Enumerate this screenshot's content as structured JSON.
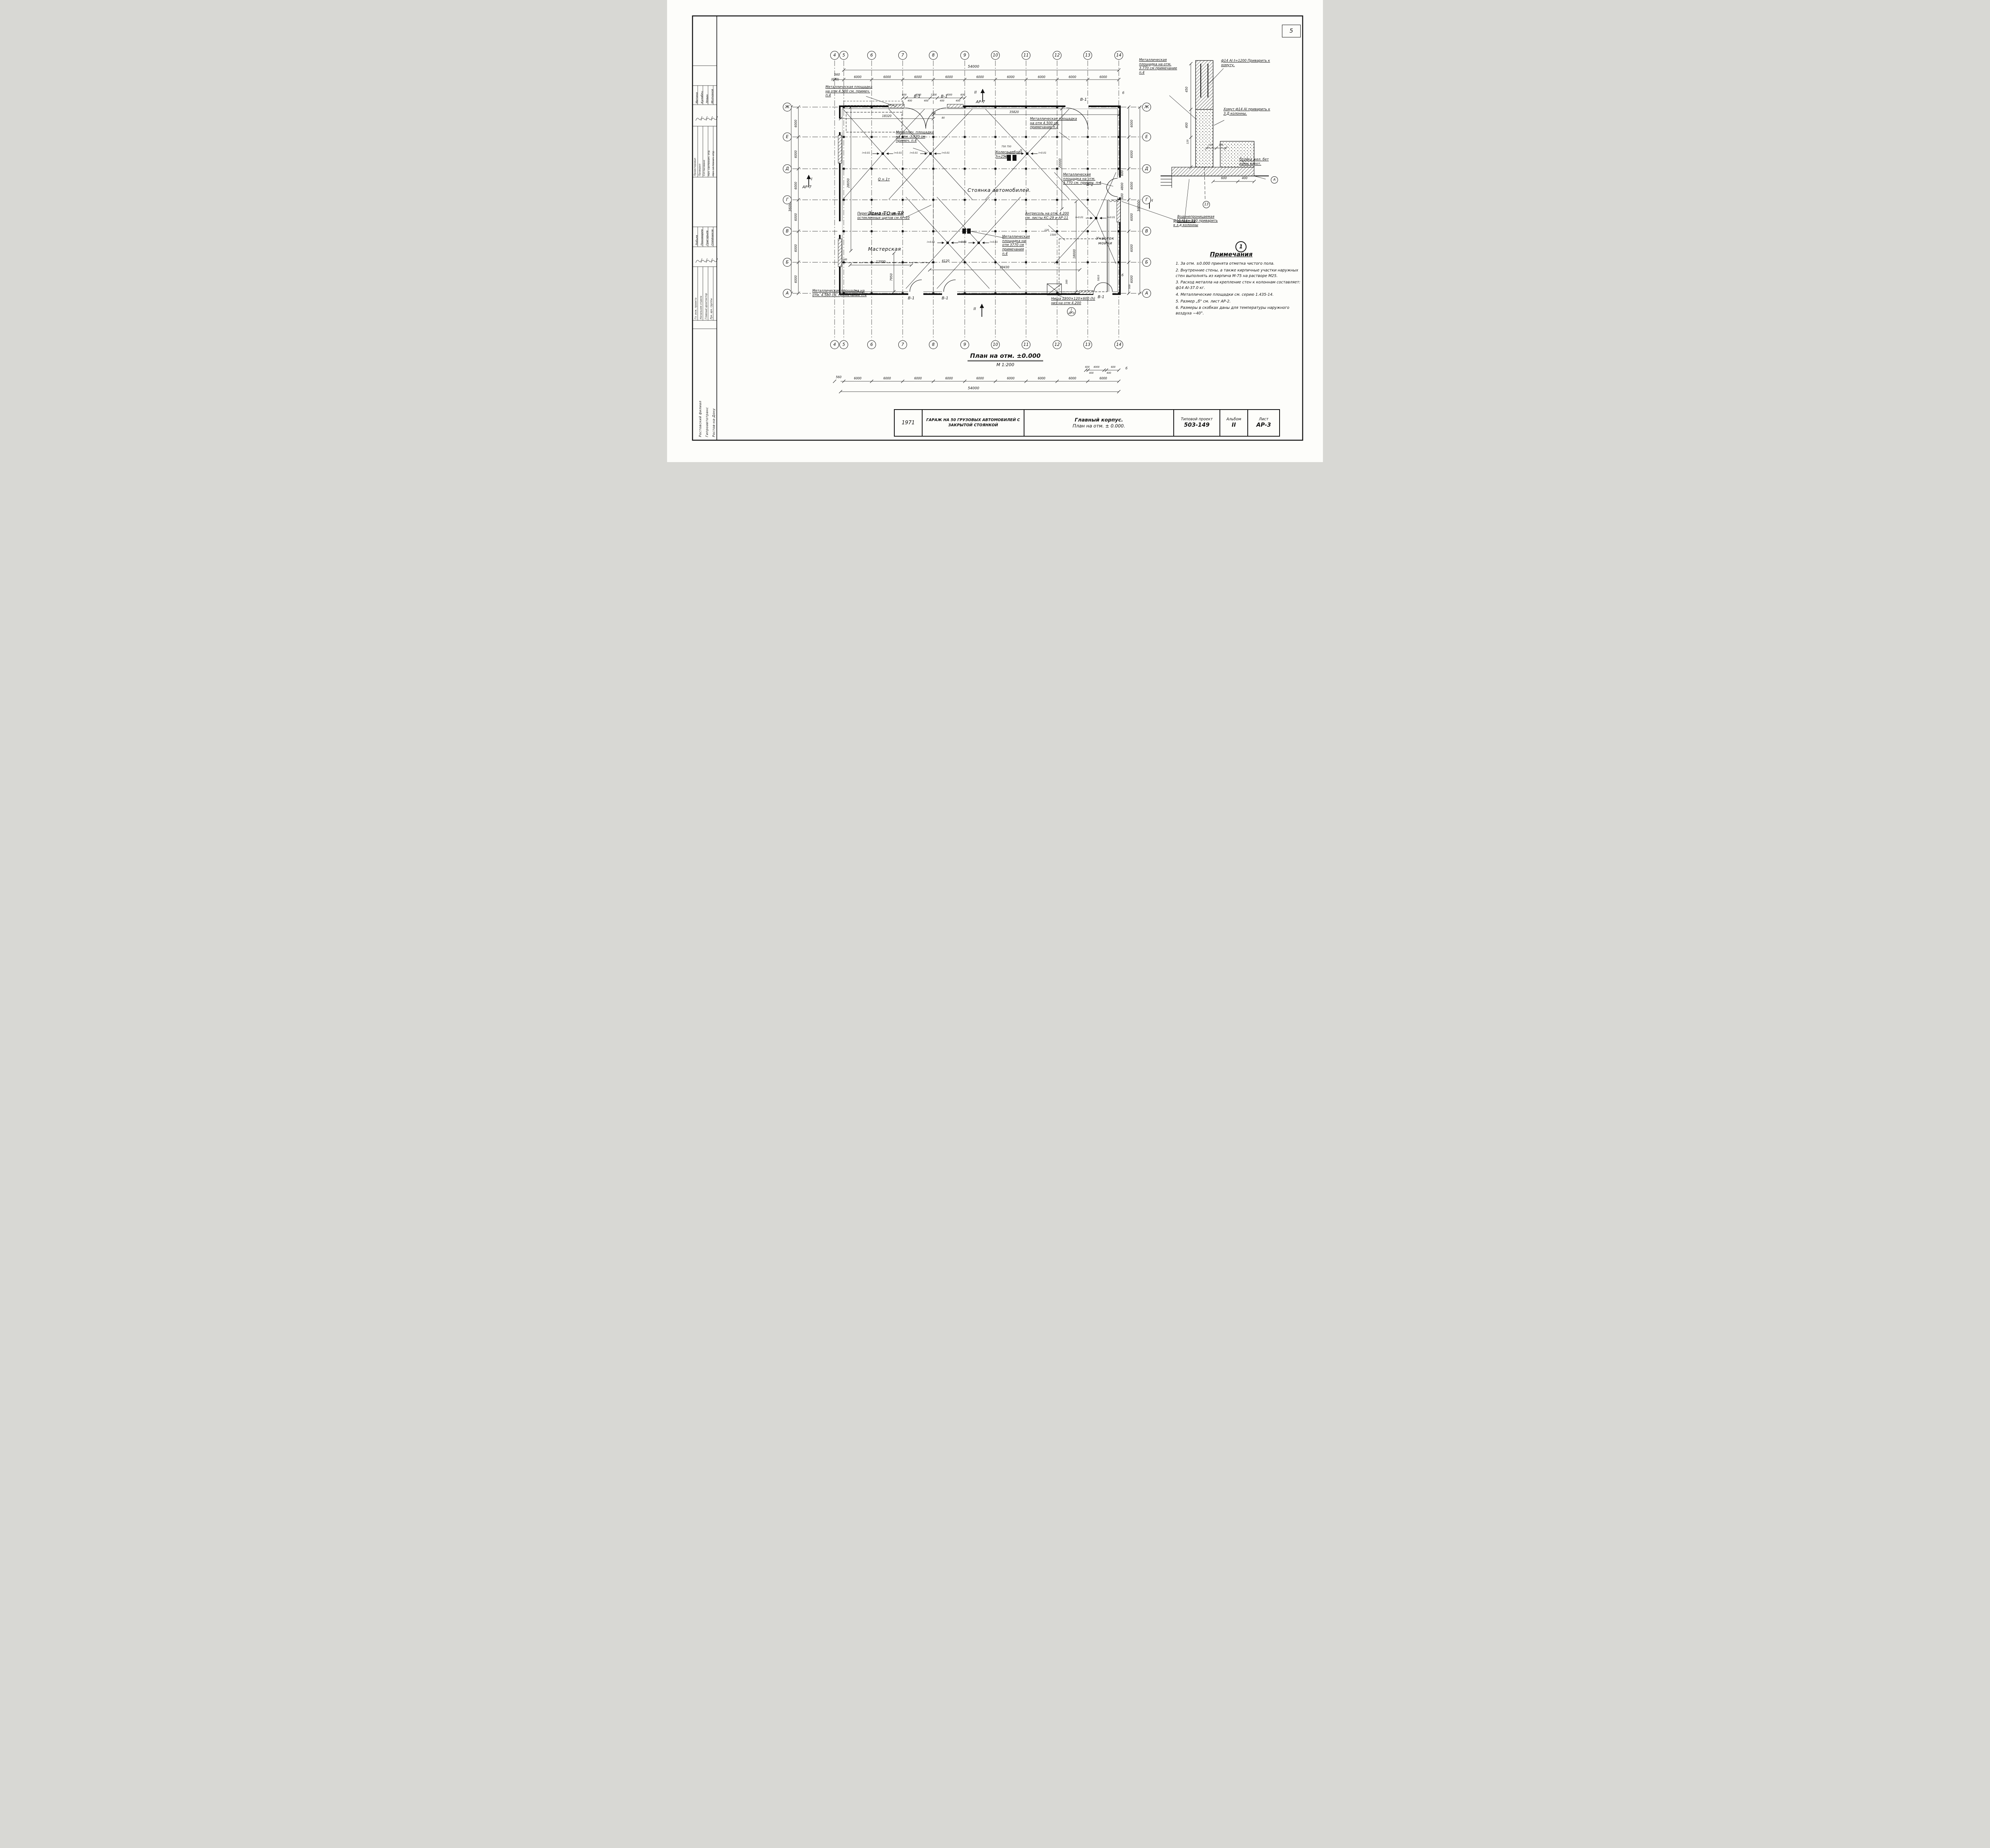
{
  "sheet": {
    "page_number": "5",
    "year": "1971",
    "caption_title": "План на отм. ±0.000",
    "caption_scale": "М 1:200",
    "title_block": {
      "project": "Гараж на 50 грузовых автомобилей с закрытой стоянкой",
      "drawing_line1": "Главный корпус.",
      "drawing_line2": "План на отм. ± 0.000.",
      "series_label": "Типовой проект",
      "series_value": "503-149",
      "album_label": "Альбом",
      "album_value": "II",
      "list_label": "Лист",
      "list_value": "АР-3"
    }
  },
  "stamp": {
    "org_lines": [
      "Ростовский филиал",
      "Гипроавтотранс",
      "Ростов-на-Дону"
    ],
    "roles_top": [
      "Проектировал",
      "Проверил",
      "Согласовано",
      "Нач. сантехнич. отд.",
      "Нач. эл.технич. отд."
    ],
    "names_top": [
      "Митина",
      "Кулабец",
      "Левин",
      "Молчанов"
    ],
    "roles_bottom": [
      "Гл. инж. проекта",
      "Начальник отдела",
      "Главный архитектор",
      "Рук. арх. группы"
    ],
    "names_bottom": [
      "Лобьев",
      "Пономарев",
      "Григорьев",
      "Олейников"
    ]
  },
  "axes": {
    "columns": [
      "4",
      "5",
      "6",
      "7",
      "8",
      "9",
      "10",
      "11",
      "12",
      "13",
      "14"
    ],
    "rows": [
      "Ж",
      "Е",
      "Д",
      "Г",
      "В",
      "Б",
      "А"
    ],
    "detail_column": "13",
    "detail_corner": "А",
    "detail_number": "1",
    "ref_letter": "б",
    "ref_detail_top": "1",
    "ref_detail_bottom": "АР-3"
  },
  "marks": {
    "section_ii": "II",
    "section_i": "I",
    "section_ref": "АР-7",
    "hoist": "Q = 1т",
    "door": "В-1",
    "slope": "i=0.01"
  },
  "dims": {
    "top_total": "54000",
    "bays_top": [
      "6000",
      "6000",
      "6000",
      "6000",
      "6000",
      "6000",
      "6000",
      "6000",
      "6000"
    ],
    "edge_left": "560",
    "edge_left_alt": "(640)",
    "edge_left_bottom": "560",
    "gate_top": [
      "600",
      "4000",
      "1200",
      "4000",
      "600"
    ],
    "gate_top_sub": [
      "400",
      "400",
      "400",
      "400"
    ],
    "bottom_total": "54000",
    "bays_bottom": [
      "6000",
      "6000",
      "6000",
      "6000",
      "6000",
      "6000",
      "6000",
      "6000",
      "6000"
    ],
    "gate_bottom": [
      "600",
      "4000",
      "600"
    ],
    "gate_bottom_sub": [
      "400",
      "400"
    ],
    "left_bays": [
      "6000",
      "6000",
      "6000",
      "6000",
      "6000",
      "6000"
    ],
    "left_total": "36000",
    "right_bays": [
      "6000",
      "6000",
      "6000",
      "6000",
      "6000",
      "6000"
    ],
    "right_total": "36000",
    "right_labels": [
      "600",
      "4800",
      "600"
    ],
    "interior": [
      "18320",
      "35820",
      "300",
      "80",
      "28050",
      "20000",
      "18000",
      "29430",
      "7950",
      "12000",
      "180",
      "6120",
      "750 750",
      "600",
      "1500",
      "120",
      "5810",
      "380",
      "500"
    ]
  },
  "labels": {
    "parking": "Стоянка автомобилей.",
    "to_zone": "Зона ТО и ТР",
    "workshop": "Мастерская",
    "wash": "Участок мойки",
    "curtain": "Водонепроницаемая занавеска",
    "partition": "Перегородка из стальных остекленных щитов см АР-10",
    "mezzanine": "Антресоль на отм. 4.200 см. листы КС-29 и АР-11",
    "wheel_stop_top": "Колесо-отбой h=250",
    "wheel_stop_bottom": "Колесоот-бой h= 250",
    "niche": "Ниша 1200×120×600 (h) низ на отм 4.200",
    "plat_4500_top": "Металлическая площадка на отм 4.500 см. примеч. п.4",
    "plat_3770_left": "Металлич. площадка на отм. 3.770 см примеч. п.4",
    "plat_4500_right": "Металлическая пло­щадка на отм 4.500 см. примечание п.4",
    "plat_3770_right": "Металлическая площадка на отм. 3.770 см. примеч. п.4",
    "plat_3770_bottom": "Металлическая пло­щадка на отм 3770 см примечания п.4",
    "plat_4580_bottom": "Металлическая площадка на отм. 4.580 см. примечание п.4"
  },
  "detail": {
    "platform": "Металлическая площадка на отм. 3.770 см примечание п.4",
    "anchor_top": "ф14 АI ℓ=1200 Приварить к хомуту.",
    "clamp": "Хомут ф14 АI приварить к З.Д колонны.",
    "post": "Стойка жел. бет рамы ворот.",
    "anchor_bottom": "ф14 АI ℓ= 590 приварить к з.д колонны",
    "d450": "450",
    "d400": "400",
    "d120": "120",
    "d150a": "150",
    "d150b": "150",
    "d600": "600",
    "d400b": "400"
  },
  "notes": {
    "title": "Примечания",
    "items": [
      "1. За отм. ±0.000 принята отметка чистого пола.",
      "2. Внутренние стены, а также кирпичные участки наружных стен выполнять из кирпича М-75 на растворе М25.",
      "3. Расход металла на крепление стен к колоннам составляет: ф14 АI-37.0 кг.",
      "4. Металлические площадки см. серию 1.435-14.",
      "5. Размер „б\" см. лист АР-2.",
      "6. Размеры в скобках даны для температуры наружного воздуха −40°."
    ]
  }
}
